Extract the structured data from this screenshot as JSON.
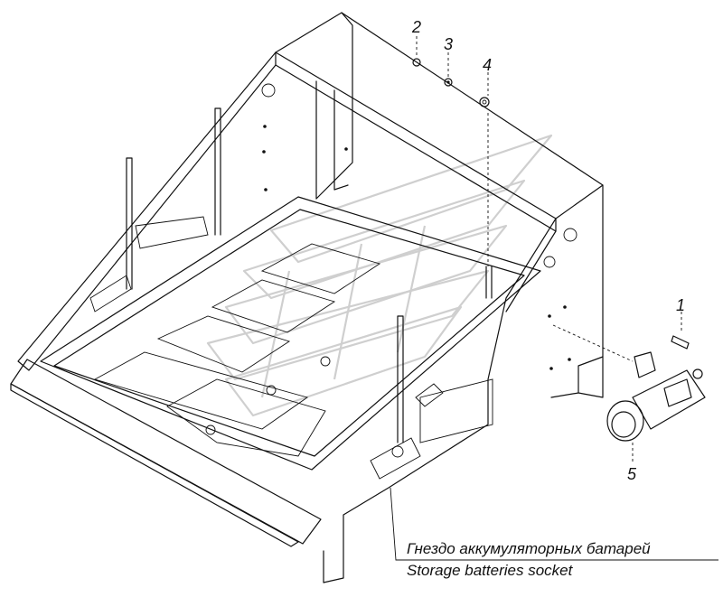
{
  "callouts": [
    "1",
    "2",
    "3",
    "4",
    "5"
  ],
  "caption": {
    "ru": "Гнездо аккумуляторных батарей",
    "en": "Storage batteries socket"
  },
  "colors": {
    "line": "#111111",
    "background": "#ffffff",
    "watermark": "#cfcfcf"
  }
}
